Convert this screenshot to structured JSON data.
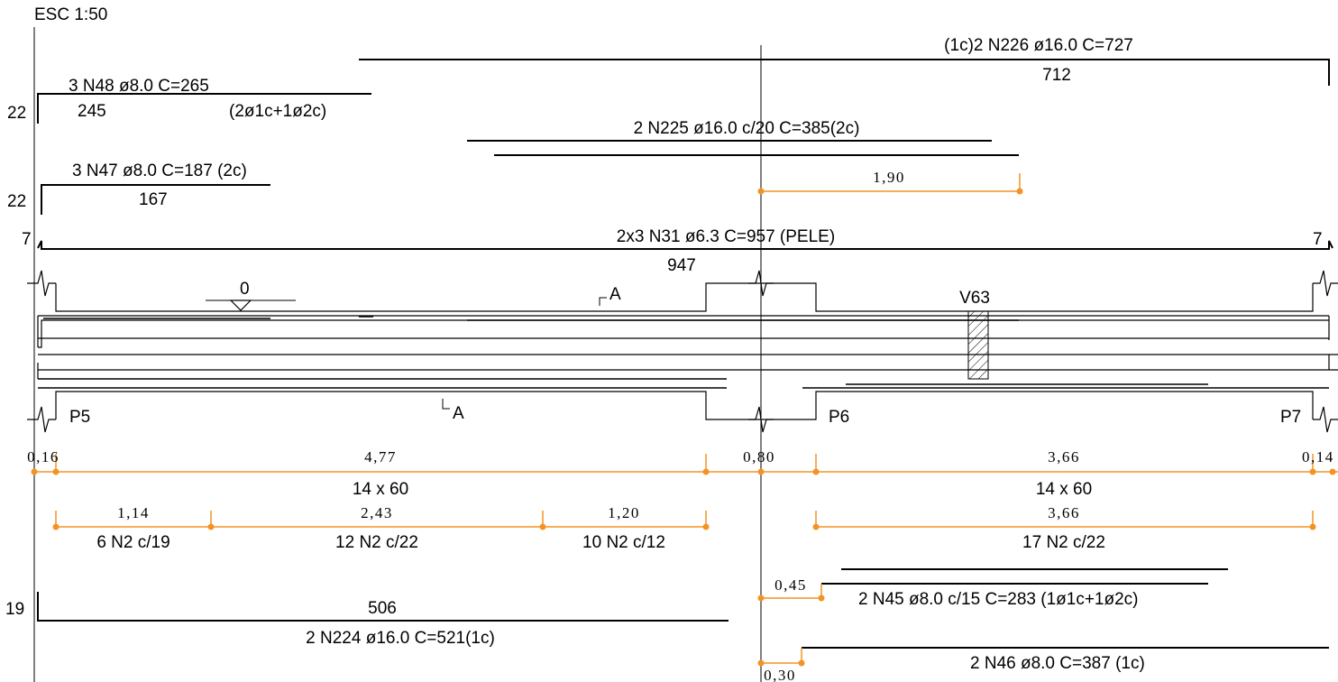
{
  "scale_label": "ESC 1:50",
  "bars": {
    "n226": {
      "label": "(1c)2 N226 ø16.0  C=727",
      "length": "712"
    },
    "n48": {
      "label": "3 N48 ø8.0  C=265",
      "length": "245",
      "note": "(2ø1c+1ø2c)",
      "hook": "22"
    },
    "n225": {
      "label": "2 N225 ø16.0 c/20  C=385(2c)"
    },
    "n47": {
      "label": "3 N47 ø8.0  C=187 (2c)",
      "length": "167",
      "hook": "22"
    },
    "n31": {
      "label": "2x3 N31 ø6.3  C=957  (PELE)",
      "length": "947",
      "hook_left": "7",
      "hook_right": "7"
    },
    "n224": {
      "label": "2 N224 ø16.0  C=521(1c)",
      "length": "506",
      "hook": "19"
    },
    "n45": {
      "label": "2 N45 ø8.0 c/15  C=283  (1ø1c+1ø2c)"
    },
    "n46": {
      "label": "2 N46 ø8.0  C=387   (1c)"
    }
  },
  "beam": {
    "level_mark": "0",
    "section_top": "A",
    "section_bottom": "A",
    "crossing_beam": "V63",
    "supports": [
      "P5",
      "P6",
      "P7"
    ]
  },
  "dimensions": {
    "d190": "1,90",
    "span": [
      "0,16",
      "4,77",
      "0,80",
      "3,66",
      "0,14"
    ],
    "span_notes": [
      "14 x 60",
      "14 x 60"
    ],
    "stirrup_dims": [
      "1,14",
      "2,43",
      "1,20",
      "3,66"
    ],
    "stirrup_labels": [
      "6 N2 c/19",
      "12 N2 c/22",
      "10 N2 c/12",
      "17 N2 c/22"
    ],
    "d045": "0,45",
    "d030": "0,30"
  },
  "colors": {
    "dimension": "#f39325",
    "line": "#000000"
  }
}
